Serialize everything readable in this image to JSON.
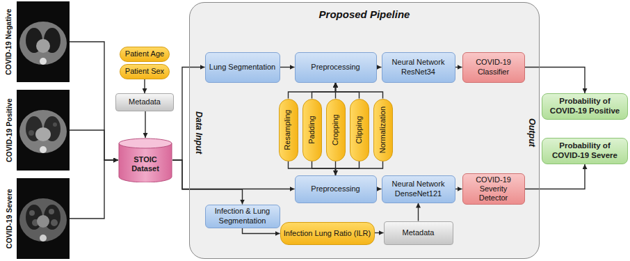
{
  "diagram": {
    "nodes": [
      {
        "text": [
          "COVID-19 Negative"
        ]
      },
      {
        "text": [
          "COVID-19 Positive"
        ]
      },
      {
        "text": [
          "COVID-19 Severe"
        ]
      },
      {
        "text": [
          "Patient Age"
        ]
      },
      {
        "text": [
          "Patient Sex"
        ]
      },
      {
        "text": [
          "Metadata"
        ]
      },
      {
        "text": [
          "STOIC Dataset"
        ]
      },
      {
        "text": [
          "Proposed Pipeline"
        ]
      },
      {
        "text": [
          "Lung Segmentation"
        ],
        "in": 7
      },
      {
        "text": [
          "Preprocessing"
        ],
        "in": 7
      },
      {
        "text": [
          "Neural Network ResNet34"
        ],
        "in": 7
      },
      {
        "text": [
          "COVID-19 Classifier"
        ],
        "in": 7
      },
      {
        "text": [
          "Resampling"
        ],
        "in": 7
      },
      {
        "text": [
          "Padding"
        ],
        "in": 7
      },
      {
        "text": [
          "Cropping"
        ],
        "in": 7
      },
      {
        "text": [
          "Clipping"
        ],
        "in": 7
      },
      {
        "text": [
          "Normalization"
        ],
        "in": 7
      },
      {
        "text": [
          "Preprocessing"
        ],
        "in": 7
      },
      {
        "text": [
          "Neural Network DenseNet121"
        ],
        "in": 7
      },
      {
        "text": [
          "COVID-19 Severity Detector"
        ],
        "in": 7
      },
      {
        "text": [
          "Infection & Lung Segmentation"
        ],
        "in": 7
      },
      {
        "text": [
          "Infection Lung Ratio (ILR)"
        ],
        "in": 7
      },
      {
        "text": [
          "Metadata"
        ],
        "in": 7
      },
      {
        "text": [
          "Probability of COVID-19 Positive"
        ]
      },
      {
        "text": [
          "Probability of COVID-19 Severe"
        ]
      }
    ],
    "edges": [
      {
        "from": 0,
        "to": 6,
        "arrow": "to"
      },
      {
        "from": 1,
        "to": 6,
        "arrow": "to"
      },
      {
        "from": 2,
        "to": 6,
        "arrow": "to"
      },
      {
        "from": 4,
        "to": 5,
        "arrow": "to"
      },
      {
        "from": 5,
        "to": 6,
        "arrow": "to"
      },
      {
        "from": 6,
        "to": 8,
        "arrow": "to"
      },
      {
        "from": 6,
        "to": 17,
        "arrow": "to"
      },
      {
        "from": 6,
        "to": 20,
        "arrow": "to"
      },
      {
        "from": 8,
        "to": 9,
        "arrow": "to"
      },
      {
        "from": 9,
        "to": 10,
        "arrow": "to"
      },
      {
        "from": 10,
        "to": 11,
        "arrow": "to"
      },
      {
        "from": 11,
        "to": 23,
        "arrow": "to"
      },
      {
        "from": 12,
        "to": 9,
        "arrow": "to"
      },
      {
        "from": 13,
        "to": 9,
        "arrow": "to"
      },
      {
        "from": 14,
        "to": 9,
        "arrow": "to"
      },
      {
        "from": 15,
        "to": 9,
        "arrow": "to"
      },
      {
        "from": 16,
        "to": 9,
        "arrow": "to"
      },
      {
        "from": 12,
        "to": 17,
        "arrow": "to"
      },
      {
        "from": 13,
        "to": 17,
        "arrow": "to"
      },
      {
        "from": 14,
        "to": 17,
        "arrow": "to"
      },
      {
        "from": 15,
        "to": 17,
        "arrow": "to"
      },
      {
        "from": 16,
        "to": 17,
        "arrow": "to"
      },
      {
        "from": 17,
        "to": 18,
        "arrow": "to"
      },
      {
        "from": 18,
        "to": 19,
        "arrow": "to"
      },
      {
        "from": 19,
        "to": 24,
        "arrow": "to"
      },
      {
        "from": 20,
        "to": 21,
        "arrow": "to"
      },
      {
        "from": 21,
        "to": 22,
        "arrow": "to"
      },
      {
        "from": 22,
        "to": 18,
        "arrow": "to"
      }
    ],
    "labels": [
      "Data Input",
      "Output"
    ]
  }
}
